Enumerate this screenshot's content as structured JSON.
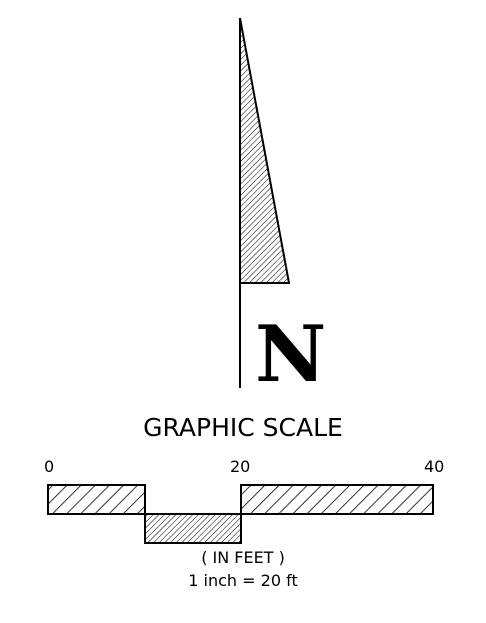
{
  "north_arrow": {
    "letter": "N"
  },
  "scale": {
    "title": "GRAPHIC SCALE",
    "ticks": [
      "0",
      "20",
      "40"
    ],
    "units": "( IN FEET )",
    "ratio": "1 inch = 20 ft"
  },
  "colors": {
    "ink": "#000000",
    "hatch": "#000000",
    "background": "#ffffff"
  }
}
